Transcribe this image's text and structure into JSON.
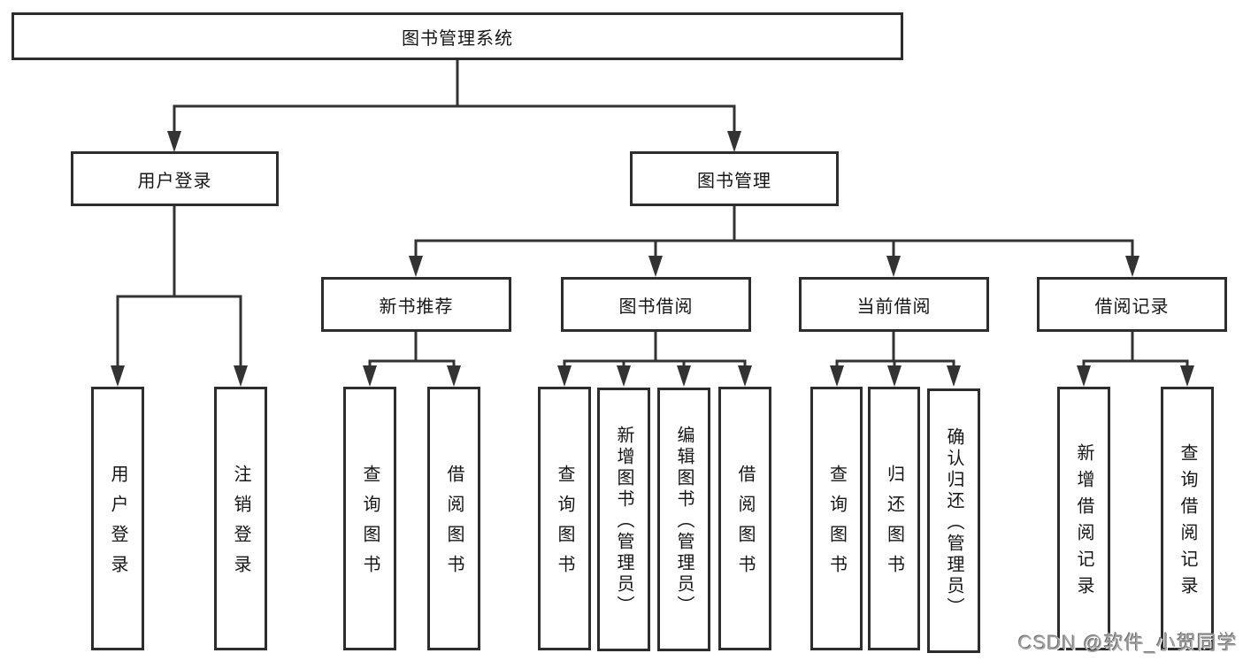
{
  "diagram": {
    "title": "图书管理系统",
    "branches": {
      "user_login": "用户登录",
      "book_mgmt": "图书管理"
    },
    "modules": {
      "new_book_rec": "新书推荐",
      "book_borrow": "图书借阅",
      "current_borrow": "当前借阅",
      "borrow_records": "借阅记录"
    },
    "leaves": {
      "login_user_login": "用户登录",
      "login_logout": "注销登录",
      "nb_query_book": "查询图书",
      "nb_borrow_book": "借阅图书",
      "bb_query_book": "查询图书",
      "bb_add_book_admin": "新增图书（管理员）",
      "bb_edit_book_admin": "编辑图书（管理员）",
      "bb_borrow_book": "借阅图书",
      "cb_query_book": "查询图书",
      "cb_return_book": "归还图书",
      "cb_confirm_return_admin": "确认归还（管理员）",
      "br_add_record": "新增借阅记录",
      "br_query_record": "查询借阅记录"
    }
  },
  "watermark": "CSDN @软件_小贺同学",
  "colors": {
    "line": "#333333",
    "box_border": "#2d2d2d",
    "text": "#161616",
    "background": "#ffffff",
    "watermark": "#a3a3a3"
  }
}
